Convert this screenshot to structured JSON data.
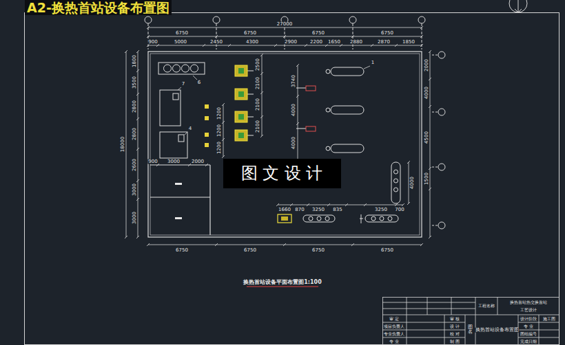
{
  "diagram": {
    "title": "A2-换热首站设备布置图",
    "caption": "换热首站设备平面布置图1:100",
    "nodes": [
      {
        "text": [
          "图 文 设 计"
        ]
      }
    ],
    "labels": [
      "27000",
      "6750",
      "6750",
      "6750",
      "6750",
      "900",
      "5000",
      "2450",
      "4300",
      "2900",
      "2200",
      "1650",
      "2880",
      "2870",
      "1850",
      "18000",
      "1800",
      "3500",
      "2800",
      "2800",
      "2600",
      "3000",
      "3000",
      "900",
      "3000",
      "2000",
      "2500",
      "2100",
      "2100",
      "2100",
      "1200",
      "1200",
      "1200",
      "3740",
      "4000",
      "4000",
      "2000",
      "4000",
      "4500",
      "1500",
      "4000",
      "1660",
      "870",
      "3250",
      "835",
      "3250",
      "700",
      "6750",
      "6750",
      "6750",
      "6750",
      "1",
      "6",
      "4",
      "7",
      "工程名称",
      "换热首站热交换首站",
      "工艺设计",
      "审 定",
      "项目负责人",
      "专业负责人",
      "专 业",
      "审 核",
      "设 计",
      "校 对",
      "制 图",
      "图名",
      "换热首站设备布置图",
      "设计阶段",
      "施工图",
      "专 业",
      "图纸编号",
      "完成日期"
    ]
  }
}
